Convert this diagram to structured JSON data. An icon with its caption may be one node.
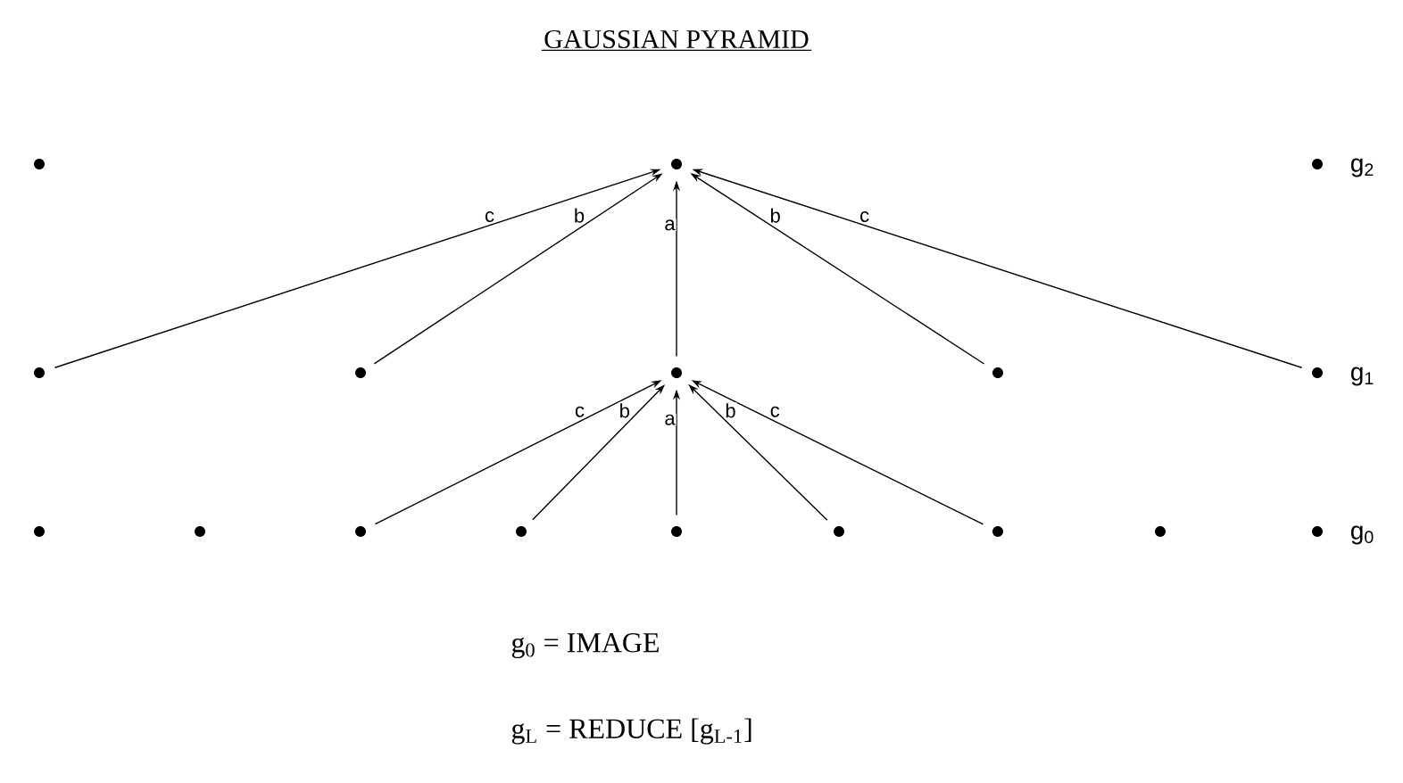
{
  "diagram": {
    "title": "GAUSSIAN PYRAMID",
    "nodes": [
      {
        "text": [],
        "shape": "circle"
      },
      {
        "text": [],
        "shape": "circle"
      },
      {
        "text": [],
        "shape": "circle",
        "beside": [
          "g$_{2}$"
        ]
      },
      {
        "text": [],
        "shape": "circle"
      },
      {
        "text": [],
        "shape": "circle"
      },
      {
        "text": [],
        "shape": "circle"
      },
      {
        "text": [],
        "shape": "circle"
      },
      {
        "text": [],
        "shape": "circle",
        "beside": [
          "g$_{1}$"
        ]
      },
      {
        "text": [],
        "shape": "circle"
      },
      {
        "text": [],
        "shape": "circle"
      },
      {
        "text": [],
        "shape": "circle"
      },
      {
        "text": [],
        "shape": "circle"
      },
      {
        "text": [],
        "shape": "circle"
      },
      {
        "text": [],
        "shape": "circle"
      },
      {
        "text": [],
        "shape": "circle"
      },
      {
        "text": [],
        "shape": "circle"
      },
      {
        "text": [],
        "shape": "circle",
        "beside": [
          "g$_{0}$"
        ]
      }
    ],
    "edges": [
      {
        "from": 3,
        "to": 1,
        "arrow": "to",
        "label": "c"
      },
      {
        "from": 4,
        "to": 1,
        "arrow": "to",
        "label": "b"
      },
      {
        "from": 5,
        "to": 1,
        "arrow": "to",
        "label": "a"
      },
      {
        "from": 6,
        "to": 1,
        "arrow": "to",
        "label": "b"
      },
      {
        "from": 7,
        "to": 1,
        "arrow": "to",
        "label": "c"
      },
      {
        "from": 10,
        "to": 5,
        "arrow": "to",
        "label": "c"
      },
      {
        "from": 11,
        "to": 5,
        "arrow": "to",
        "label": "b"
      },
      {
        "from": 12,
        "to": 5,
        "arrow": "to",
        "label": "a"
      },
      {
        "from": 13,
        "to": 5,
        "arrow": "to",
        "label": "b"
      },
      {
        "from": 14,
        "to": 5,
        "arrow": "to",
        "label": "c"
      }
    ],
    "labels": [
      "g$_{0}$ = IMAGE",
      "g$_{L}$ = REDUCE [g$_{L-1}$]"
    ]
  }
}
